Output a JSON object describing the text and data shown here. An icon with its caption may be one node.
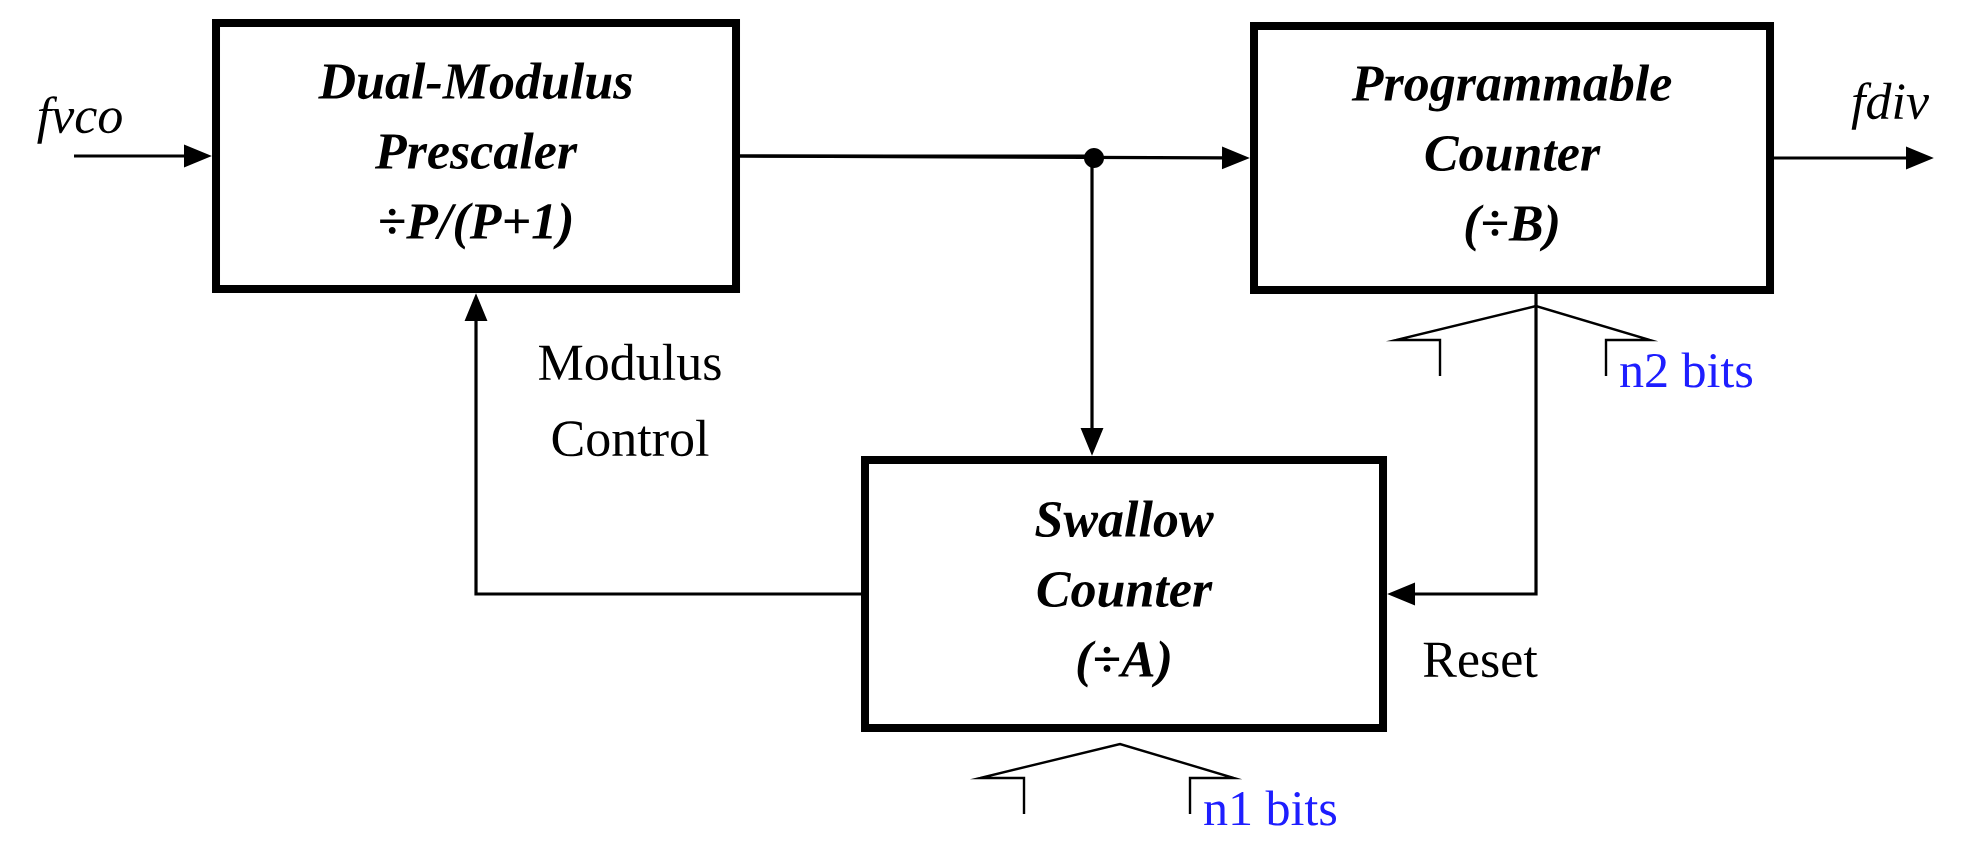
{
  "diagram": {
    "nodes": [
      {
        "text": [
          "Dual-Modulus Prescaler",
          "÷P/(P+1)"
        ]
      },
      {
        "text": [
          "Programmable Counter",
          "(÷B)"
        ]
      },
      {
        "text": [
          "Swallow Counter",
          "(÷A)"
        ]
      }
    ],
    "edges": [
      {
        "from": null,
        "to": 0,
        "arrow": "to",
        "label": "fvco"
      },
      {
        "from": 0,
        "to": 1,
        "arrow": "to"
      },
      {
        "from": 0,
        "to": 2,
        "arrow": "to"
      },
      {
        "from": 1,
        "to": null,
        "arrow": "to",
        "label": "fdiv"
      },
      {
        "from": 2,
        "to": 0,
        "arrow": "to",
        "label": "Modulus Control"
      },
      {
        "from": 1,
        "to": 2,
        "arrow": "to",
        "label": "Reset"
      }
    ],
    "labels": [
      "n2 bits",
      "n1 bits"
    ]
  }
}
